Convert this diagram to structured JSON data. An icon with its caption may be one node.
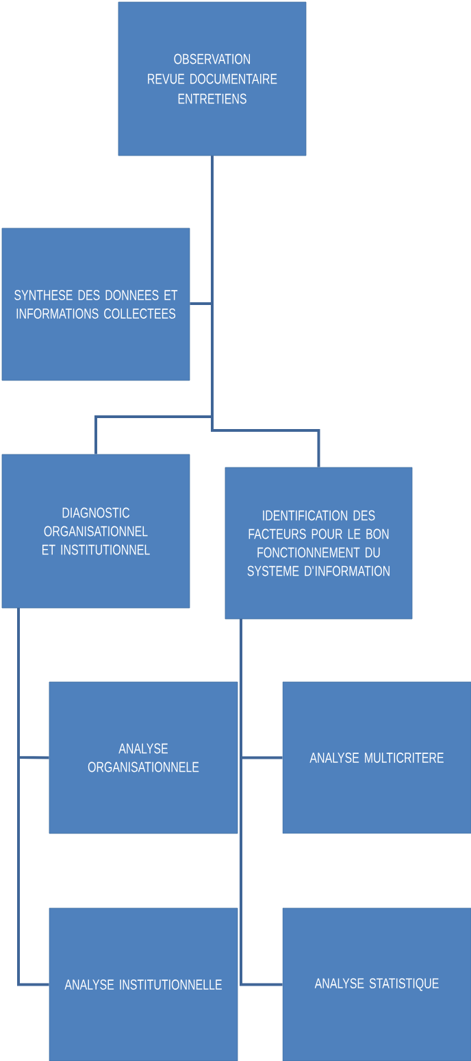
{
  "diagram": {
    "nodes": [
      {
        "text": [
          "OBSERVATION",
          "REVUE DOCUMENTAIRE",
          "ENTRETIENS"
        ]
      },
      {
        "text": [
          "SYNTHESE DES DONNEES ET INFORMATIONS COLLECTEES"
        ]
      },
      {
        "text": [
          "DIAGNOSTIC ORGANISATIONNEL ET INSTITUTIONNEL"
        ]
      },
      {
        "text": [
          "IDENTIFICATION DES FACTEURS POUR LE BON FONCTIONNEMENT DU SYSTEME D'INFORMATION"
        ]
      },
      {
        "text": [
          "ANALYSE ORGANISATIONNELE"
        ]
      },
      {
        "text": [
          "ANALYSE MULTICRITERE"
        ]
      },
      {
        "text": [
          "ANALYSE INSTITUTIONNELLE"
        ]
      },
      {
        "text": [
          "ANALYSE STATISTIQUE"
        ]
      }
    ],
    "edges": [
      {
        "from": 0,
        "to": 1,
        "arrow": "none"
      },
      {
        "from": 0,
        "to": 2,
        "arrow": "none"
      },
      {
        "from": 0,
        "to": 3,
        "arrow": "none"
      },
      {
        "from": 2,
        "to": 4,
        "arrow": "none"
      },
      {
        "from": 2,
        "to": 6,
        "arrow": "none"
      },
      {
        "from": 3,
        "to": 5,
        "arrow": "none"
      },
      {
        "from": 3,
        "to": 7,
        "arrow": "none"
      }
    ]
  }
}
